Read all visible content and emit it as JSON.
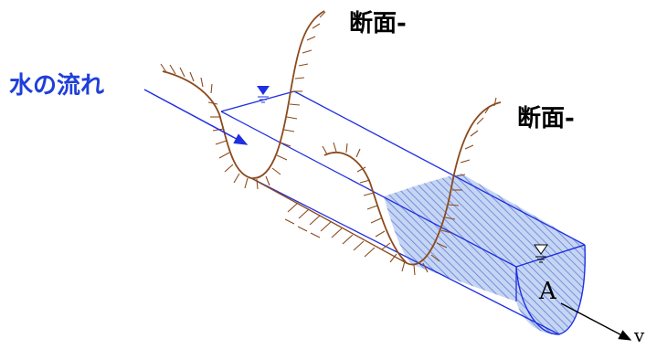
{
  "colors": {
    "terrain": "#8b4a1c",
    "channel": "#1f2fe0",
    "water_fill": "#a9c0ee",
    "label_black": "#000000",
    "flow_label": "#1f3fd8"
  },
  "labels": {
    "section_1": "断面-",
    "section_2": "断面-",
    "flow": "水の流れ",
    "area": "A",
    "velocity": "v"
  },
  "icons": {
    "water_level_1": "water-surface-marker-icon",
    "water_level_2": "water-surface-marker-icon"
  }
}
